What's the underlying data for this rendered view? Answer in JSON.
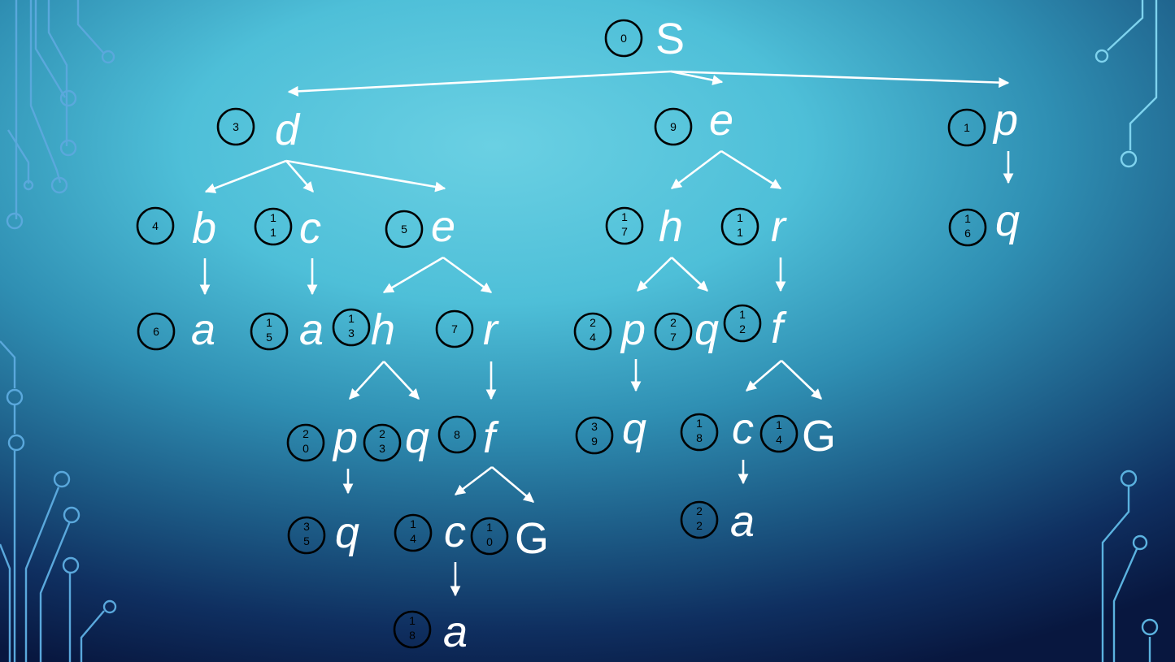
{
  "colors": {
    "tree_text": "#ffffff",
    "badge_outline": "#000000",
    "circuit_line": "#5bb2df",
    "circuit_line_light": "#7fd3ee"
  },
  "tree": {
    "nodes": [
      {
        "letter": "S",
        "badge": [
          "0"
        ]
      },
      {
        "letter": "d",
        "badge": [
          "3"
        ]
      },
      {
        "letter": "e",
        "badge": [
          "9"
        ]
      },
      {
        "letter": "p",
        "badge": [
          "1"
        ]
      },
      {
        "letter": "b",
        "badge": [
          "4"
        ]
      },
      {
        "letter": "c",
        "badge": [
          "1",
          "1"
        ]
      },
      {
        "letter": "e",
        "badge": [
          "5"
        ]
      },
      {
        "letter": "h",
        "badge": [
          "1",
          "7"
        ]
      },
      {
        "letter": "r",
        "badge": [
          "1",
          "1"
        ]
      },
      {
        "letter": "q",
        "badge": [
          "1",
          "6"
        ]
      },
      {
        "letter": "a",
        "badge": [
          "6"
        ]
      },
      {
        "letter": "a",
        "badge": [
          "1",
          "5"
        ]
      },
      {
        "letter": "h",
        "badge": [
          "1",
          "3"
        ]
      },
      {
        "letter": "r",
        "badge": [
          "7"
        ]
      },
      {
        "letter": "p",
        "badge": [
          "2",
          "4"
        ]
      },
      {
        "letter": "q",
        "badge": [
          "2",
          "7"
        ]
      },
      {
        "letter": "f",
        "badge": [
          "1",
          "2"
        ]
      },
      {
        "letter": "p",
        "badge": [
          "2",
          "0"
        ]
      },
      {
        "letter": "q",
        "badge": [
          "2",
          "3"
        ]
      },
      {
        "letter": "f",
        "badge": [
          "8"
        ]
      },
      {
        "letter": "q",
        "badge": [
          "3",
          "9"
        ]
      },
      {
        "letter": "c",
        "badge": [
          "1",
          "8"
        ]
      },
      {
        "letter": "G",
        "badge": [
          "1",
          "4"
        ]
      },
      {
        "letter": "q",
        "badge": [
          "3",
          "5"
        ]
      },
      {
        "letter": "c",
        "badge": [
          "1",
          "4"
        ]
      },
      {
        "letter": "G",
        "badge": [
          "1",
          "0"
        ]
      },
      {
        "letter": "a",
        "badge": [
          "2",
          "2"
        ]
      },
      {
        "letter": "a",
        "badge": [
          "1",
          "8"
        ]
      }
    ]
  }
}
